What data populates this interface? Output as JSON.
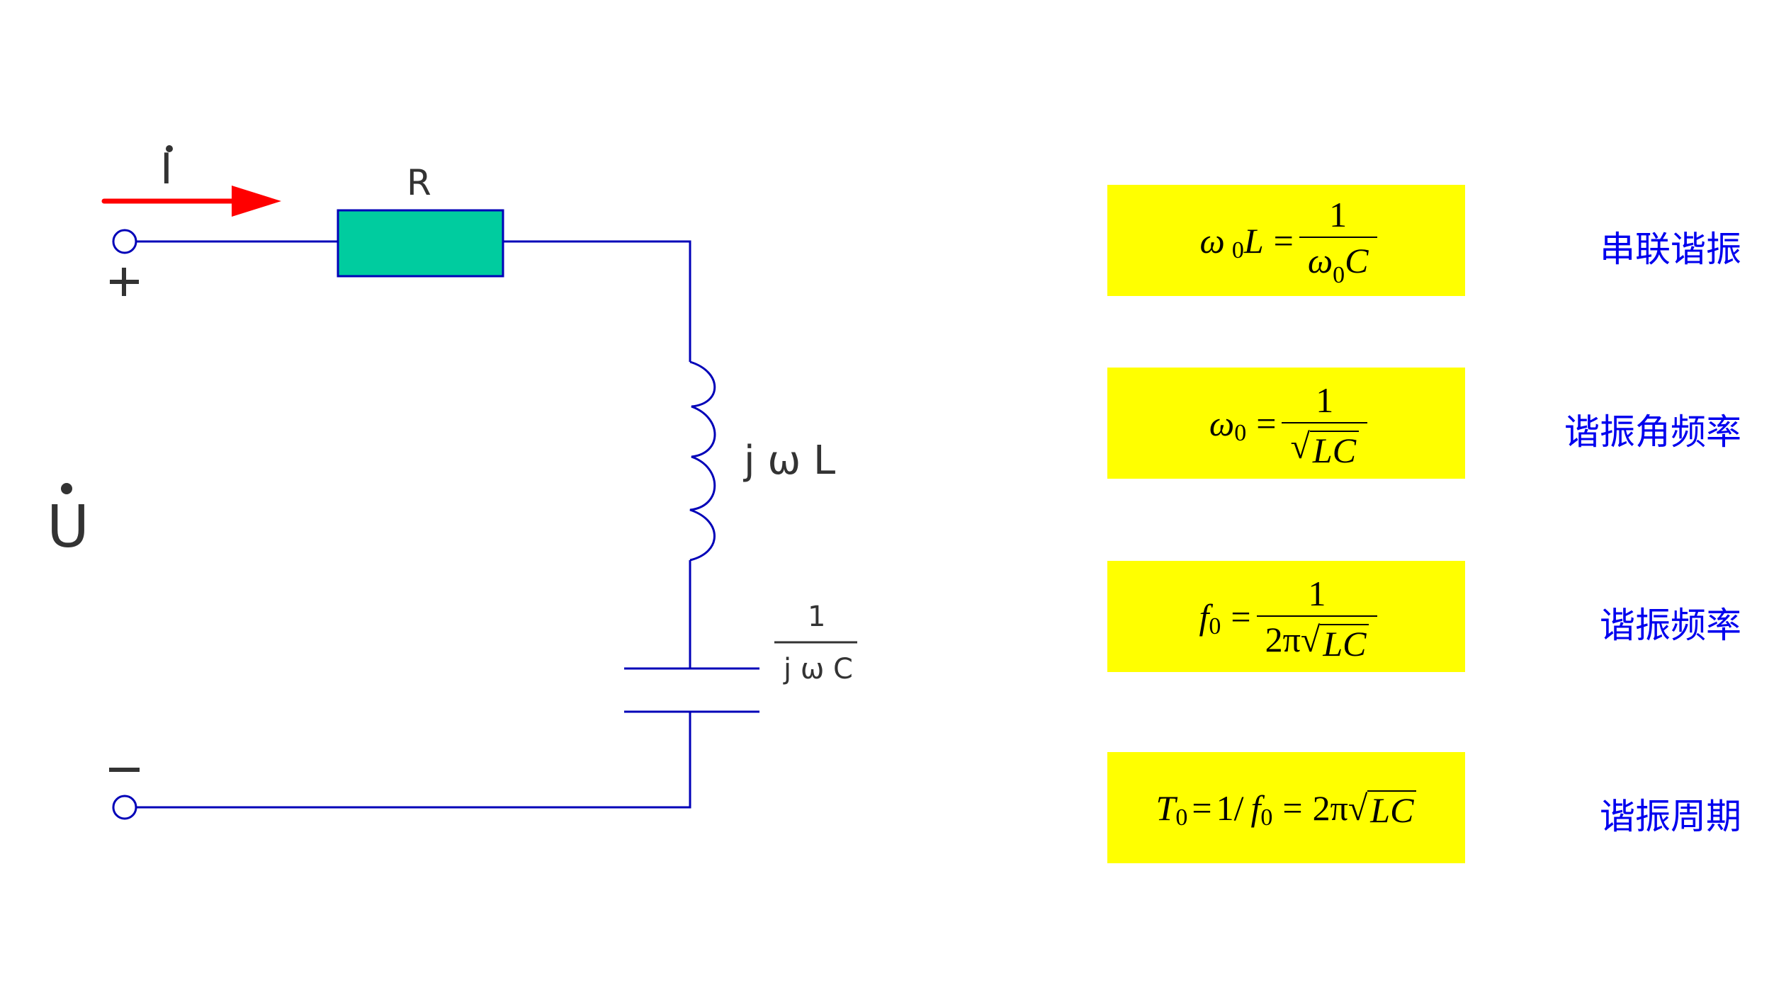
{
  "colors": {
    "wire": "#0000b8",
    "resistor_fill": "#00cc9f",
    "current_arrow": "#ff0000",
    "formula_bg": "#ffff00",
    "label_text": "#333333",
    "cn_label": "#0000ee"
  },
  "circuit": {
    "current_label": "I",
    "voltage_label": "U",
    "plus_terminal": "+",
    "minus_terminal": "−",
    "resistor_label": "R",
    "inductor_label": "j ω L",
    "capacitor_label_num": "1",
    "capacitor_label_den": "j ω C"
  },
  "formulas": [
    {
      "name": "series-resonance-condition",
      "latex": "\\omega_0 L = \\frac{1}{\\omega_0 C}",
      "parts": {
        "lhs_var": "ω",
        "lhs_sub": "0",
        "lhs_var2": "L",
        "eq": "=",
        "num": "1",
        "den_var": "ω",
        "den_sub": "0",
        "den_var2": "C"
      },
      "label": "串联谐振"
    },
    {
      "name": "resonant-angular-frequency",
      "latex": "\\omega_0 = \\frac{1}{\\sqrt{LC}}",
      "parts": {
        "lhs_var": "ω",
        "lhs_sub": "0",
        "eq": "=",
        "num": "1",
        "radical": "√",
        "radicand": "LC"
      },
      "label": "谐振角频率"
    },
    {
      "name": "resonant-frequency",
      "latex": "f_0 = \\frac{1}{2\\pi\\sqrt{LC}}",
      "parts": {
        "lhs_var": "f",
        "lhs_sub": "0",
        "eq": "=",
        "num": "1",
        "coef": "2π",
        "radical": "√",
        "radicand": "LC"
      },
      "label": "谐振频率"
    },
    {
      "name": "resonant-period",
      "latex": "T_0 = 1/f_0 = 2\\pi\\sqrt{LC}",
      "parts": {
        "lhs_var": "T",
        "lhs_sub": "0",
        "eq": "=",
        "mid": "1/",
        "mid_var": "f",
        "mid_sub": "0",
        "eq2": "=",
        "coef": "2π",
        "radical": "√",
        "radicand": "LC"
      },
      "label": "谐振周期"
    }
  ]
}
